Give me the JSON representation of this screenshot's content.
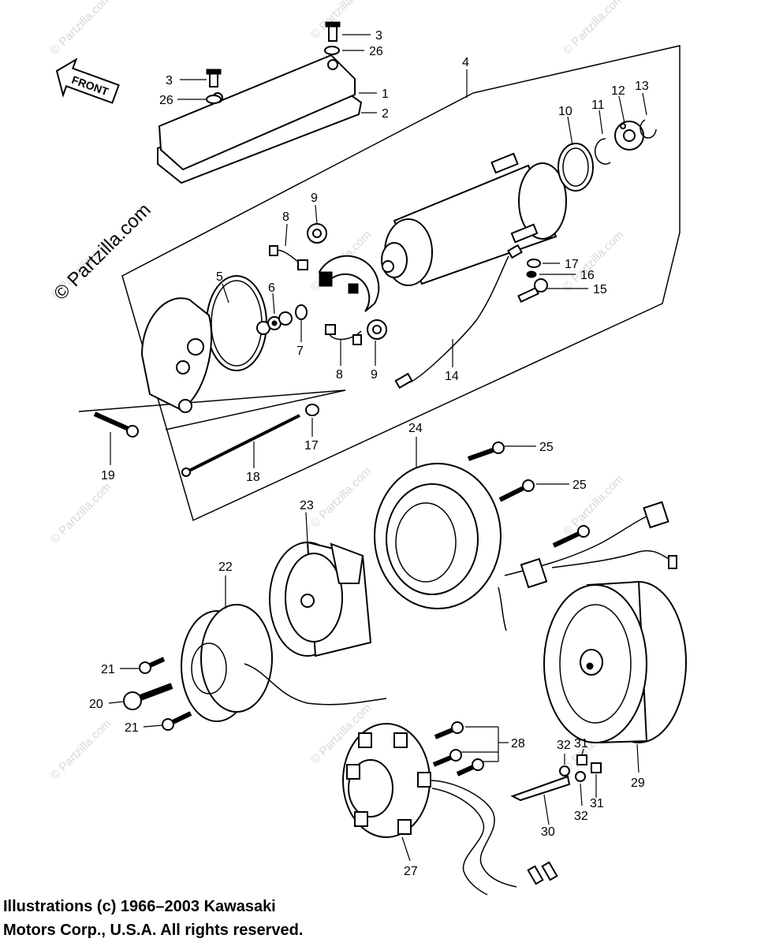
{
  "front_label": "FRONT",
  "watermark": "© Partzilla.com",
  "callouts": {
    "p1": "1",
    "p2": "2",
    "p3a": "3",
    "p3b": "3",
    "p4": "4",
    "p5": "5",
    "p6": "6",
    "p7": "7",
    "p8a": "8",
    "p8b": "8",
    "p9a": "9",
    "p9b": "9",
    "p10": "10",
    "p11": "11",
    "p12": "12",
    "p13": "13",
    "p14": "14",
    "p15": "15",
    "p16": "16",
    "p17a": "17",
    "p17b": "17",
    "p18": "18",
    "p19": "19",
    "p20": "20",
    "p21a": "21",
    "p21b": "21",
    "p22": "22",
    "p23": "23",
    "p24": "24",
    "p25a": "25",
    "p25b": "25",
    "p26a": "26",
    "p26b": "26",
    "p27": "27",
    "p28": "28",
    "p29": "29",
    "p30": "30",
    "p31a": "31",
    "p31b": "31",
    "p32a": "32",
    "p32b": "32"
  },
  "copyright": {
    "line1": "Illustrations (c) 1966–2003 Kawasaki",
    "line2": "Motors Corp., U.S.A.  All rights reserved."
  }
}
